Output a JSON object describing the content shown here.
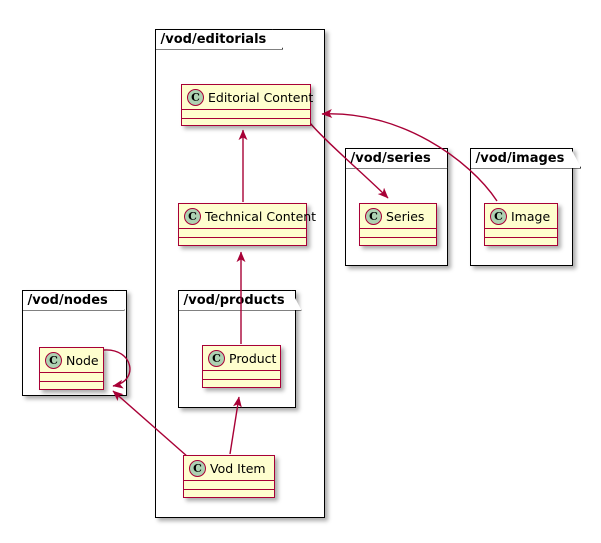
{
  "diagram": {
    "type": "uml-class-diagram",
    "title": "",
    "colors": {
      "class_fill": "#FEFECE",
      "class_border": "#A80036",
      "icon_fill": "#ADD1B2",
      "arrow": "#A80036",
      "package_border": "#000000",
      "background": "#FFFFFF"
    }
  },
  "packages": [
    {
      "id": "editorials",
      "label": "/vod/editorials"
    },
    {
      "id": "series",
      "label": "/vod/series"
    },
    {
      "id": "images",
      "label": "/vod/images"
    },
    {
      "id": "nodes",
      "label": "/vod/nodes"
    },
    {
      "id": "products",
      "label": "/vod/products"
    }
  ],
  "classes": [
    {
      "id": "editorial-content",
      "name": "Editorial Content",
      "stereotype": "C",
      "package": "/vod/editorials"
    },
    {
      "id": "technical-content",
      "name": "Technical Content",
      "stereotype": "C",
      "package": "/vod/editorials"
    },
    {
      "id": "series",
      "name": "Series",
      "stereotype": "C",
      "package": "/vod/series"
    },
    {
      "id": "image",
      "name": "Image",
      "stereotype": "C",
      "package": "/vod/images"
    },
    {
      "id": "node",
      "name": "Node",
      "stereotype": "C",
      "package": "/vod/nodes"
    },
    {
      "id": "product",
      "name": "Product",
      "stereotype": "C",
      "package": "/vod/products"
    },
    {
      "id": "vod-item",
      "name": "Vod Item",
      "stereotype": "C",
      "package": "/vod/editorials"
    }
  ],
  "relations": [
    {
      "id": "technical-to-editorial",
      "from": "Technical Content",
      "to": "Editorial Content",
      "kind": "arrow"
    },
    {
      "id": "product-to-technical",
      "from": "Product",
      "to": "Technical Content",
      "kind": "arrow"
    },
    {
      "id": "voditem-to-product",
      "from": "Vod Item",
      "to": "Product",
      "kind": "arrow"
    },
    {
      "id": "voditem-to-node",
      "from": "Vod Item",
      "to": "Node",
      "kind": "arrow"
    },
    {
      "id": "node-to-node",
      "from": "Node",
      "to": "Node",
      "kind": "self-loop"
    },
    {
      "id": "editorial-to-series",
      "from": "Editorial Content",
      "to": "Series",
      "kind": "curved-arrow"
    },
    {
      "id": "image-to-editorial",
      "from": "Image",
      "to": "Editorial Content",
      "kind": "curved-arrow"
    }
  ]
}
